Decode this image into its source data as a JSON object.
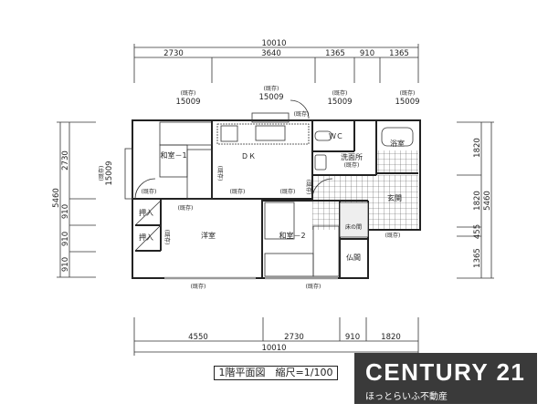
{
  "dimensions": {
    "top_total": "10010",
    "top_segments": [
      "2730",
      "3640",
      "1365",
      "910",
      "1365"
    ],
    "bottom_total": "10010",
    "bottom_segments": [
      "4550",
      "2730",
      "910",
      "1820"
    ],
    "left_total": "5460",
    "left_segments": [
      "2730",
      "910",
      "910",
      "910"
    ],
    "right_total": "5460",
    "right_segments": [
      "1820",
      "1820",
      "455",
      "1365"
    ]
  },
  "windows": {
    "existing": "(既存)",
    "code": "15009"
  },
  "rooms": {
    "washitsu1": "和室－1",
    "dk": "ＤＫ",
    "wc": "ＷＣ",
    "bath": "浴室",
    "washroom": "洗面所",
    "entrance": "玄関",
    "closet": "押入",
    "western": "洋室",
    "washitsu2": "和室－2",
    "tokonoma": "床の間",
    "butsuma": "仏間"
  },
  "caption": "1階平面図　縮尺=1/100",
  "logo": {
    "brand": "CENTURY 21",
    "sub": "ほっとらいふ不動産"
  }
}
